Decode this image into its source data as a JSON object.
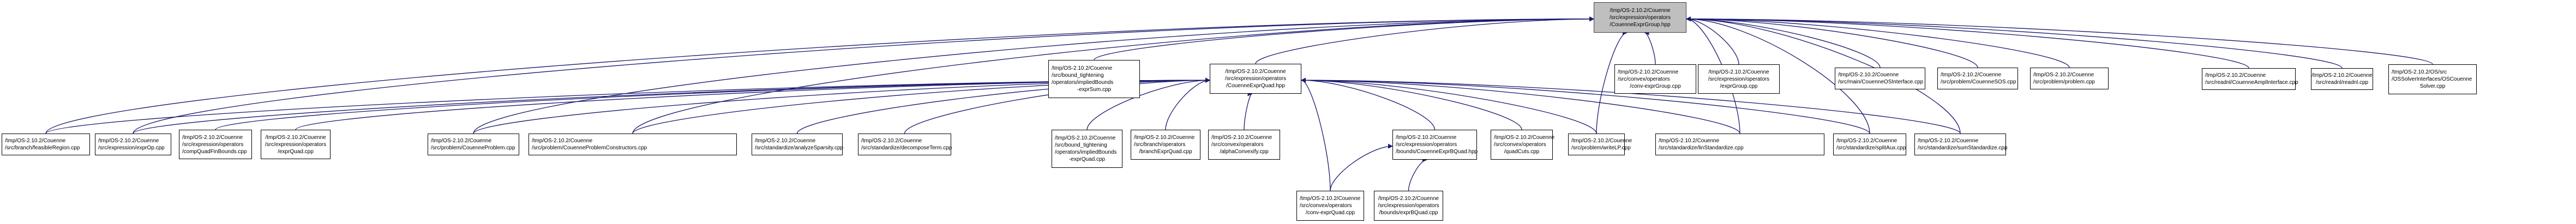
{
  "graph": {
    "title": "Include dependency graph for CouenneExprGroup.hpp",
    "edge_color": "#191970",
    "root_fill": "#bfbfbf",
    "nodes": [
      {
        "id": "root",
        "lines": [
          "/tmp/OS-2.10.2/Couenne",
          "/src/expression/operators",
          "/CouenneExprGroup.hpp"
        ],
        "root": true
      },
      {
        "id": "impliedBounds-exprSum",
        "lines": [
          "/tmp/OS-2.10.2/Couenne",
          "/src/bound_tightening",
          "/operators/impliedBounds",
          "-exprSum.cpp"
        ]
      },
      {
        "id": "CouenneExprQuad.hpp",
        "lines": [
          "/tmp/OS-2.10.2/Couenne",
          "/src/expression/operators",
          "/CouenneExprQuad.hpp"
        ]
      },
      {
        "id": "conv-exprGroup",
        "lines": [
          "/tmp/OS-2.10.2/Couenne",
          "/src/convex/operators",
          "/conv-exprGroup.cpp"
        ]
      },
      {
        "id": "exprGroup",
        "lines": [
          "/tmp/OS-2.10.2/Couenne",
          "/src/expression/operators",
          "/exprGroup.cpp"
        ]
      },
      {
        "id": "CouenneOSInterface",
        "lines": [
          "/tmp/OS-2.10.2/Couenne",
          "/src/main/CouenneOSInterface.cpp"
        ]
      },
      {
        "id": "CouenneSOS",
        "lines": [
          "/tmp/OS-2.10.2/Couenne",
          "/src/problem/CouenneSOS.cpp"
        ]
      },
      {
        "id": "problem",
        "lines": [
          "/tmp/OS-2.10.2/Couenne",
          "/src/problem/problem.cpp"
        ]
      },
      {
        "id": "CouenneAmplInterface",
        "lines": [
          "/tmp/OS-2.10.2/Couenne",
          "/src/readnl/CouenneAmplInterface.cpp"
        ]
      },
      {
        "id": "readnl",
        "lines": [
          "/tmp/OS-2.10.2/Couenne",
          "/src/readnl/readnl.cpp"
        ]
      },
      {
        "id": "OSCouenneSolver",
        "lines": [
          "/tmp/OS-2.10.2/OS/src",
          "/OSSolverInterfaces/OSCouenne",
          "Solver.cpp"
        ]
      },
      {
        "id": "feasibleRegion",
        "lines": [
          "/tmp/OS-2.10.2/Couenne",
          "/src/branch/feasibleRegion.cpp"
        ]
      },
      {
        "id": "exprOp",
        "lines": [
          "/tmp/OS-2.10.2/Couenne",
          "/src/expression/exprOp.cpp"
        ]
      },
      {
        "id": "compQuadFinBounds",
        "lines": [
          "/tmp/OS-2.10.2/Couenne",
          "/src/expression/operators",
          "/compQuadFinBounds.cpp"
        ]
      },
      {
        "id": "exprQuad",
        "lines": [
          "/tmp/OS-2.10.2/Couenne",
          "/src/expression/operators",
          "/exprQuad.cpp"
        ]
      },
      {
        "id": "CouenneProblem",
        "lines": [
          "/tmp/OS-2.10.2/Couenne",
          "/src/problem/CouenneProblem.cpp"
        ]
      },
      {
        "id": "CouenneProblemConstructors",
        "lines": [
          "/tmp/OS-2.10.2/Couenne",
          "/src/problem/CouenneProblemConstructors.cpp"
        ]
      },
      {
        "id": "analyzeSparsity",
        "lines": [
          "/tmp/OS-2.10.2/Couenne",
          "/src/standardize/analyzeSparsity.cpp"
        ]
      },
      {
        "id": "decomposeTerm",
        "lines": [
          "/tmp/OS-2.10.2/Couenne",
          "/src/standardize/decomposeTerm.cpp"
        ]
      },
      {
        "id": "impliedBounds-exprQuad",
        "lines": [
          "/tmp/OS-2.10.2/Couenne",
          "/src/bound_tightening",
          "/operators/impliedBounds",
          "-exprQuad.cpp"
        ]
      },
      {
        "id": "branchExprQuad",
        "lines": [
          "/tmp/OS-2.10.2/Couenne",
          "/src/branch/operators",
          "/branchExprQuad.cpp"
        ]
      },
      {
        "id": "alphaConvexify",
        "lines": [
          "/tmp/OS-2.10.2/Couenne",
          "/src/convex/operators",
          "/alphaConvexify.cpp"
        ]
      },
      {
        "id": "CouenneExprBQuad.hpp",
        "lines": [
          "/tmp/OS-2.10.2/Couenne",
          "/src/expression/operators",
          "/bounds/CouenneExprBQuad.hpp"
        ]
      },
      {
        "id": "quadCuts",
        "lines": [
          "/tmp/OS-2.10.2/Couenne",
          "/src/convex/operators",
          "/quadCuts.cpp"
        ]
      },
      {
        "id": "writeLP",
        "lines": [
          "/tmp/OS-2.10.2/Couenne",
          "/src/problem/writeLP.cpp"
        ]
      },
      {
        "id": "linStandardize",
        "lines": [
          "/tmp/OS-2.10.2/Couenne",
          "/src/standardize/linStandardize.cpp"
        ]
      },
      {
        "id": "splitAux",
        "lines": [
          "/tmp/OS-2.10.2/Couenne",
          "/src/standardize/splitAux.cpp"
        ]
      },
      {
        "id": "sumStandardize",
        "lines": [
          "/tmp/OS-2.10.2/Couenne",
          "/src/standardize/sumStandardize.cpp"
        ]
      },
      {
        "id": "conv-exprQuad",
        "lines": [
          "/tmp/OS-2.10.2/Couenne",
          "/src/convex/operators",
          "/conv-exprQuad.cpp"
        ]
      },
      {
        "id": "exprBQuad",
        "lines": [
          "/tmp/OS-2.10.2/Couenne",
          "/src/expression/operators",
          "/bounds/exprBQuad.cpp"
        ]
      }
    ],
    "edges": [
      [
        "impliedBounds-exprSum",
        "root"
      ],
      [
        "CouenneExprQuad.hpp",
        "root"
      ],
      [
        "conv-exprGroup",
        "root"
      ],
      [
        "exprGroup",
        "root"
      ],
      [
        "CouenneOSInterface",
        "root"
      ],
      [
        "CouenneSOS",
        "root"
      ],
      [
        "problem",
        "root"
      ],
      [
        "CouenneAmplInterface",
        "root"
      ],
      [
        "readnl",
        "root"
      ],
      [
        "OSCouenneSolver",
        "root"
      ],
      [
        "feasibleRegion",
        "root"
      ],
      [
        "exprOp",
        "root"
      ],
      [
        "CouenneProblem",
        "root"
      ],
      [
        "CouenneProblemConstructors",
        "root"
      ],
      [
        "writeLP",
        "root"
      ],
      [
        "linStandardize",
        "root"
      ],
      [
        "splitAux",
        "root"
      ],
      [
        "sumStandardize",
        "root"
      ],
      [
        "feasibleRegion",
        "CouenneExprQuad.hpp"
      ],
      [
        "exprOp",
        "CouenneExprQuad.hpp"
      ],
      [
        "compQuadFinBounds",
        "CouenneExprQuad.hpp"
      ],
      [
        "exprQuad",
        "CouenneExprQuad.hpp"
      ],
      [
        "CouenneProblem",
        "CouenneExprQuad.hpp"
      ],
      [
        "CouenneProblemConstructors",
        "CouenneExprQuad.hpp"
      ],
      [
        "analyzeSparsity",
        "CouenneExprQuad.hpp"
      ],
      [
        "decomposeTerm",
        "CouenneExprQuad.hpp"
      ],
      [
        "impliedBounds-exprQuad",
        "CouenneExprQuad.hpp"
      ],
      [
        "branchExprQuad",
        "CouenneExprQuad.hpp"
      ],
      [
        "alphaConvexify",
        "CouenneExprQuad.hpp"
      ],
      [
        "conv-exprQuad",
        "CouenneExprQuad.hpp"
      ],
      [
        "CouenneExprBQuad.hpp",
        "CouenneExprQuad.hpp"
      ],
      [
        "quadCuts",
        "CouenneExprQuad.hpp"
      ],
      [
        "writeLP",
        "CouenneExprQuad.hpp"
      ],
      [
        "linStandardize",
        "CouenneExprQuad.hpp"
      ],
      [
        "splitAux",
        "CouenneExprQuad.hpp"
      ],
      [
        "sumStandardize",
        "CouenneExprQuad.hpp"
      ],
      [
        "conv-exprQuad",
        "CouenneExprBQuad.hpp"
      ],
      [
        "exprBQuad",
        "CouenneExprBQuad.hpp"
      ]
    ]
  }
}
